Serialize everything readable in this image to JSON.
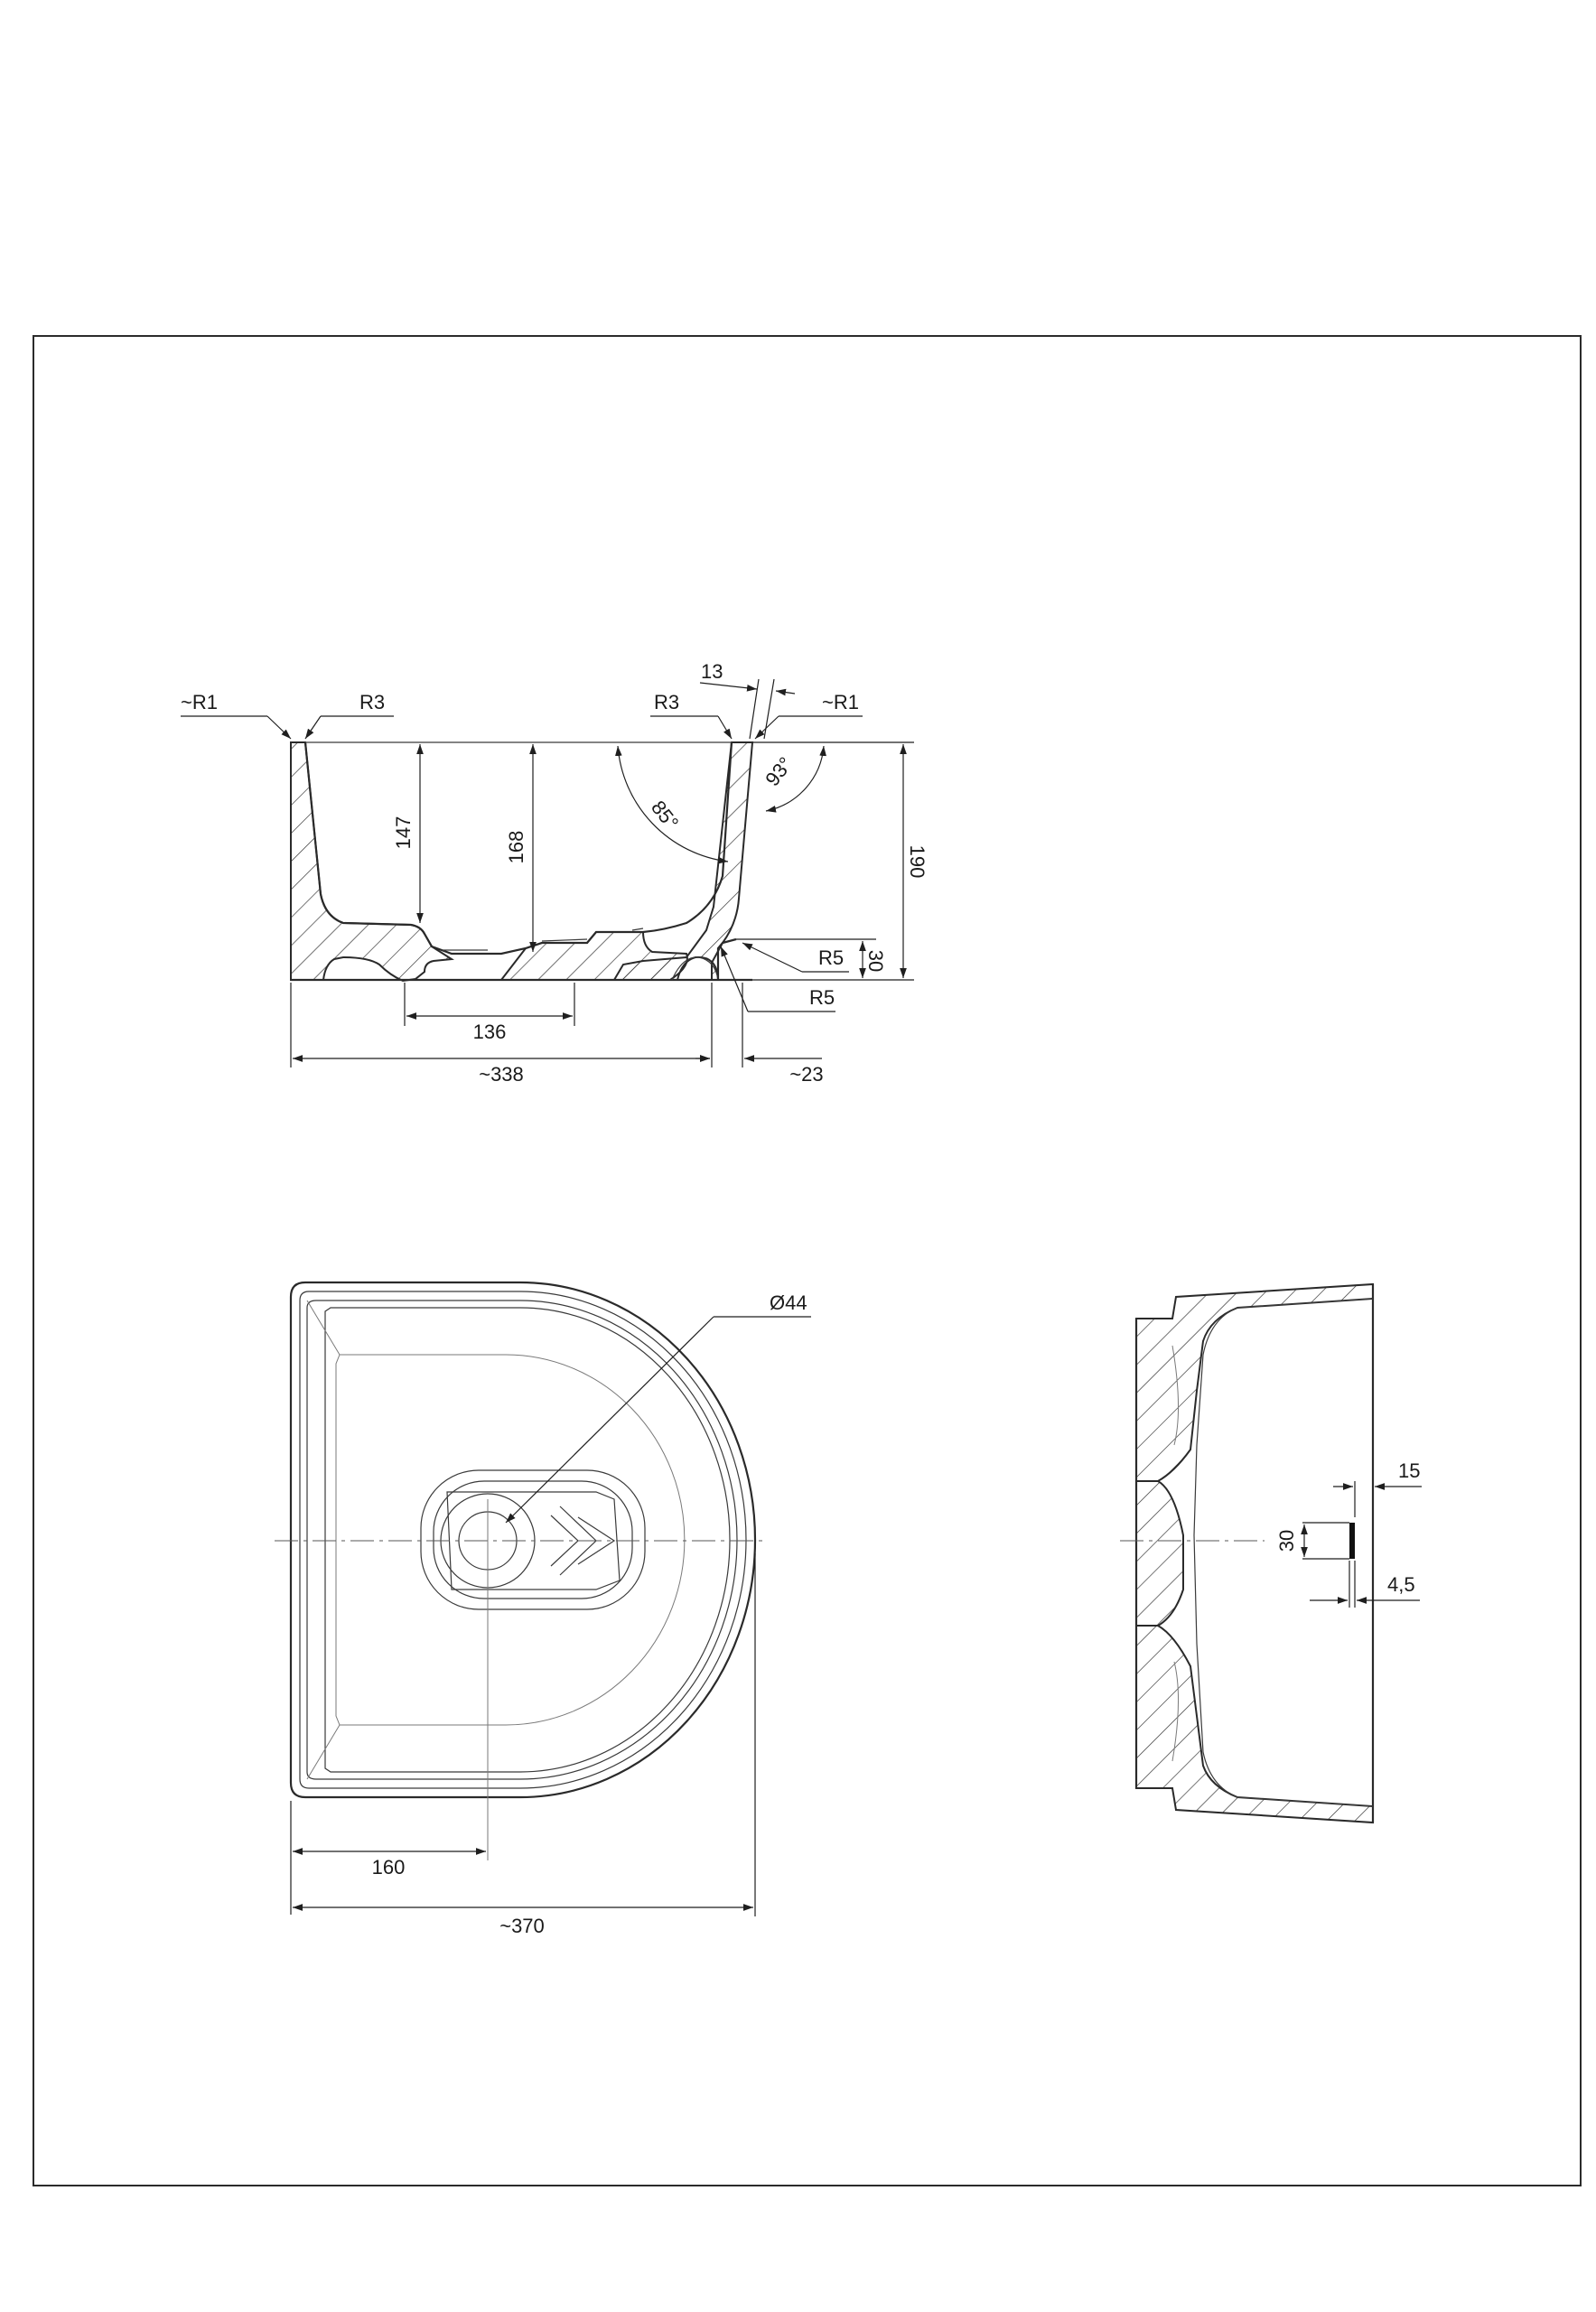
{
  "section_view": {
    "radius_outer_left": "~R1",
    "radius_inner_left": "R3",
    "radius_inner_right": "R3",
    "radius_outer_right": "~R1",
    "wall_thickness": "13",
    "depth_147": "147",
    "depth_168": "168",
    "height_190": "190",
    "angle_inner": "85°",
    "angle_outer": "93°",
    "radius_bottom_1": "R5",
    "radius_bottom_2": "R5",
    "foot_height": "30",
    "drain_width": "136",
    "base_length": "~338",
    "offset": "~23"
  },
  "top_view": {
    "drain_diameter": "Ø44",
    "drain_offset": "160",
    "overall_length": "~370"
  },
  "side_view": {
    "slot_offset": "15",
    "slot_height": "30",
    "slot_width": "4,5"
  }
}
